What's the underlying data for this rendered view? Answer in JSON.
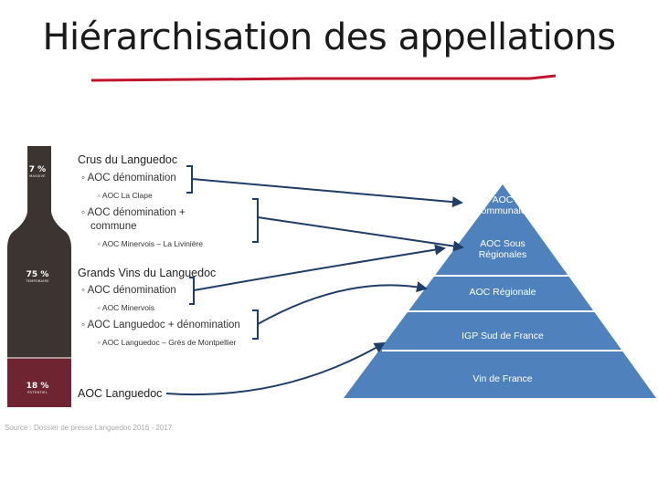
{
  "title": "Hiérarchisation des appellations",
  "colors": {
    "underline": "#c0152f",
    "pyramid": "#4f81bd",
    "bottle_dark": "#3b3430",
    "bottle_red": "#6e2431",
    "arrow": "#1f3d66"
  },
  "bottle": {
    "top": {
      "pct": "7 %",
      "sub": "MASSIVE"
    },
    "middle": {
      "pct": "75 %",
      "sub": "TEMPORAIRE"
    },
    "bottom": {
      "pct": "18 %",
      "sub": "POTENTIEL"
    }
  },
  "hierarchy": {
    "crus": {
      "label": "Crus du Languedoc",
      "items": [
        {
          "label": "◦ AOC dénomination",
          "example": "◦  AOC La Clape"
        },
        {
          "label": "◦  AOC dénomination +",
          "label2": "commune",
          "example": "◦  AOC Minervois – La Livinière"
        }
      ]
    },
    "grands": {
      "label": "Grands Vins du Languedoc",
      "items": [
        {
          "label": "◦  AOC dénomination",
          "example": "◦  AOC Minervois"
        },
        {
          "label": "◦ AOC Languedoc + dénomination",
          "example": "◦  AOC Languedoc – Grès de Montpellier"
        }
      ]
    },
    "languedoc": {
      "label": "AOC Languedoc"
    }
  },
  "pyramid": {
    "levels": [
      {
        "line1": "AOC",
        "line2": "Communales"
      },
      {
        "line1": "AOC Sous",
        "line2": "Régionales"
      },
      {
        "line1": "AOC Régionale"
      },
      {
        "line1": "IGP Sud de France"
      },
      {
        "line1": "Vin de France"
      }
    ]
  },
  "source": "Source : Dossier de presse Languedoc 2016 - 2017"
}
